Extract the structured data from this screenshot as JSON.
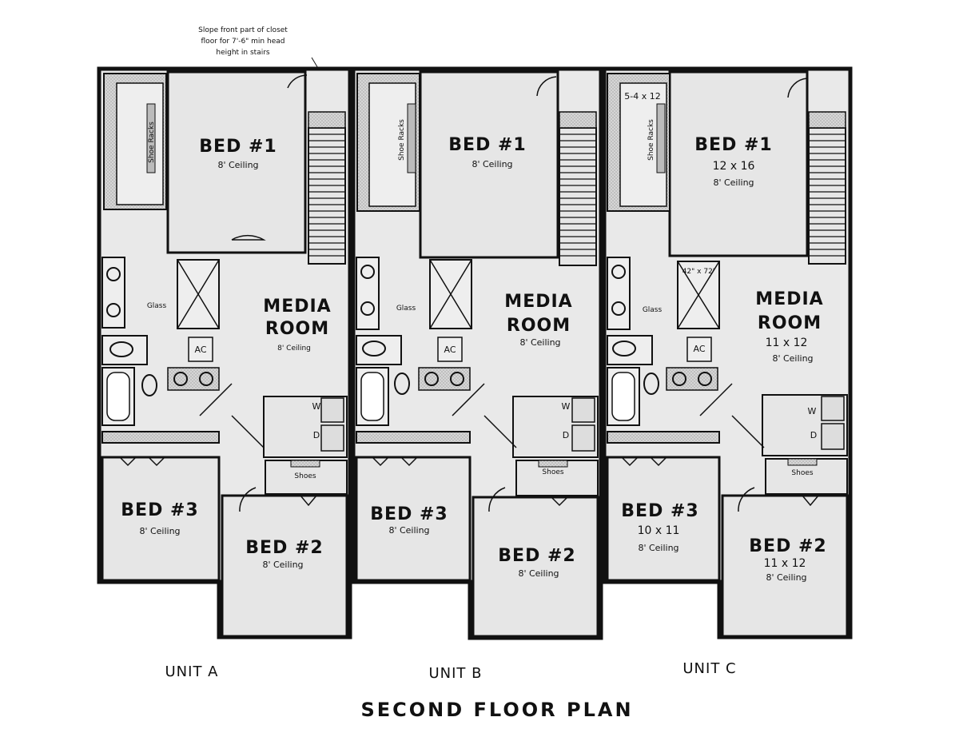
{
  "title": "SECOND FLOOR PLAN",
  "note": [
    "Slope front part of closet",
    "floor for 7'-6\" min head",
    "height in stairs"
  ],
  "units": [
    {
      "name": "UNIT A",
      "bed1": {
        "label": "BED #1",
        "size": "",
        "ceiling": "8' Ceiling"
      },
      "media": {
        "line1": "MEDIA",
        "line2": "ROOM",
        "size": "",
        "ceiling": "8' Ceiling"
      },
      "bed2": {
        "label": "BED #2",
        "size": "",
        "ceiling": "8' Ceiling"
      },
      "bed3": {
        "label": "BED #3",
        "size": "",
        "ceiling": "8' Ceiling"
      },
      "shoe_racks": "Shoe Racks",
      "glass": "Glass",
      "ac": "AC",
      "w": "W",
      "d": "D",
      "shoes": "Shoes",
      "shower": "",
      "closet": ""
    },
    {
      "name": "UNIT B",
      "bed1": {
        "label": "BED #1",
        "size": "",
        "ceiling": "8' Ceiling"
      },
      "media": {
        "line1": "MEDIA",
        "line2": "ROOM",
        "size": "",
        "ceiling": "8' Ceiling"
      },
      "bed2": {
        "label": "BED #2",
        "size": "",
        "ceiling": "8' Ceiling"
      },
      "bed3": {
        "label": "BED #3",
        "size": "",
        "ceiling": "8' Ceiling"
      },
      "shoe_racks": "Shoe Racks",
      "glass": "Glass",
      "ac": "AC",
      "w": "W",
      "d": "D",
      "shoes": "Shoes",
      "shower": "",
      "closet": ""
    },
    {
      "name": "UNIT C",
      "bed1": {
        "label": "BED #1",
        "size": "12 x 16",
        "ceiling": "8' Ceiling"
      },
      "media": {
        "line1": "MEDIA",
        "line2": "ROOM",
        "size": "11 x 12",
        "ceiling": "8' Ceiling"
      },
      "bed2": {
        "label": "BED #2",
        "size": "11 x 12",
        "ceiling": "8' Ceiling"
      },
      "bed3": {
        "label": "BED #3",
        "size": "10 x 11",
        "ceiling": "8' Ceiling"
      },
      "shoe_racks": "Shoe Racks",
      "glass": "Glass",
      "ac": "AC",
      "w": "W",
      "d": "D",
      "shoes": "Shoes",
      "shower": "42\" x 72'",
      "closet": "5-4 x 12"
    }
  ]
}
